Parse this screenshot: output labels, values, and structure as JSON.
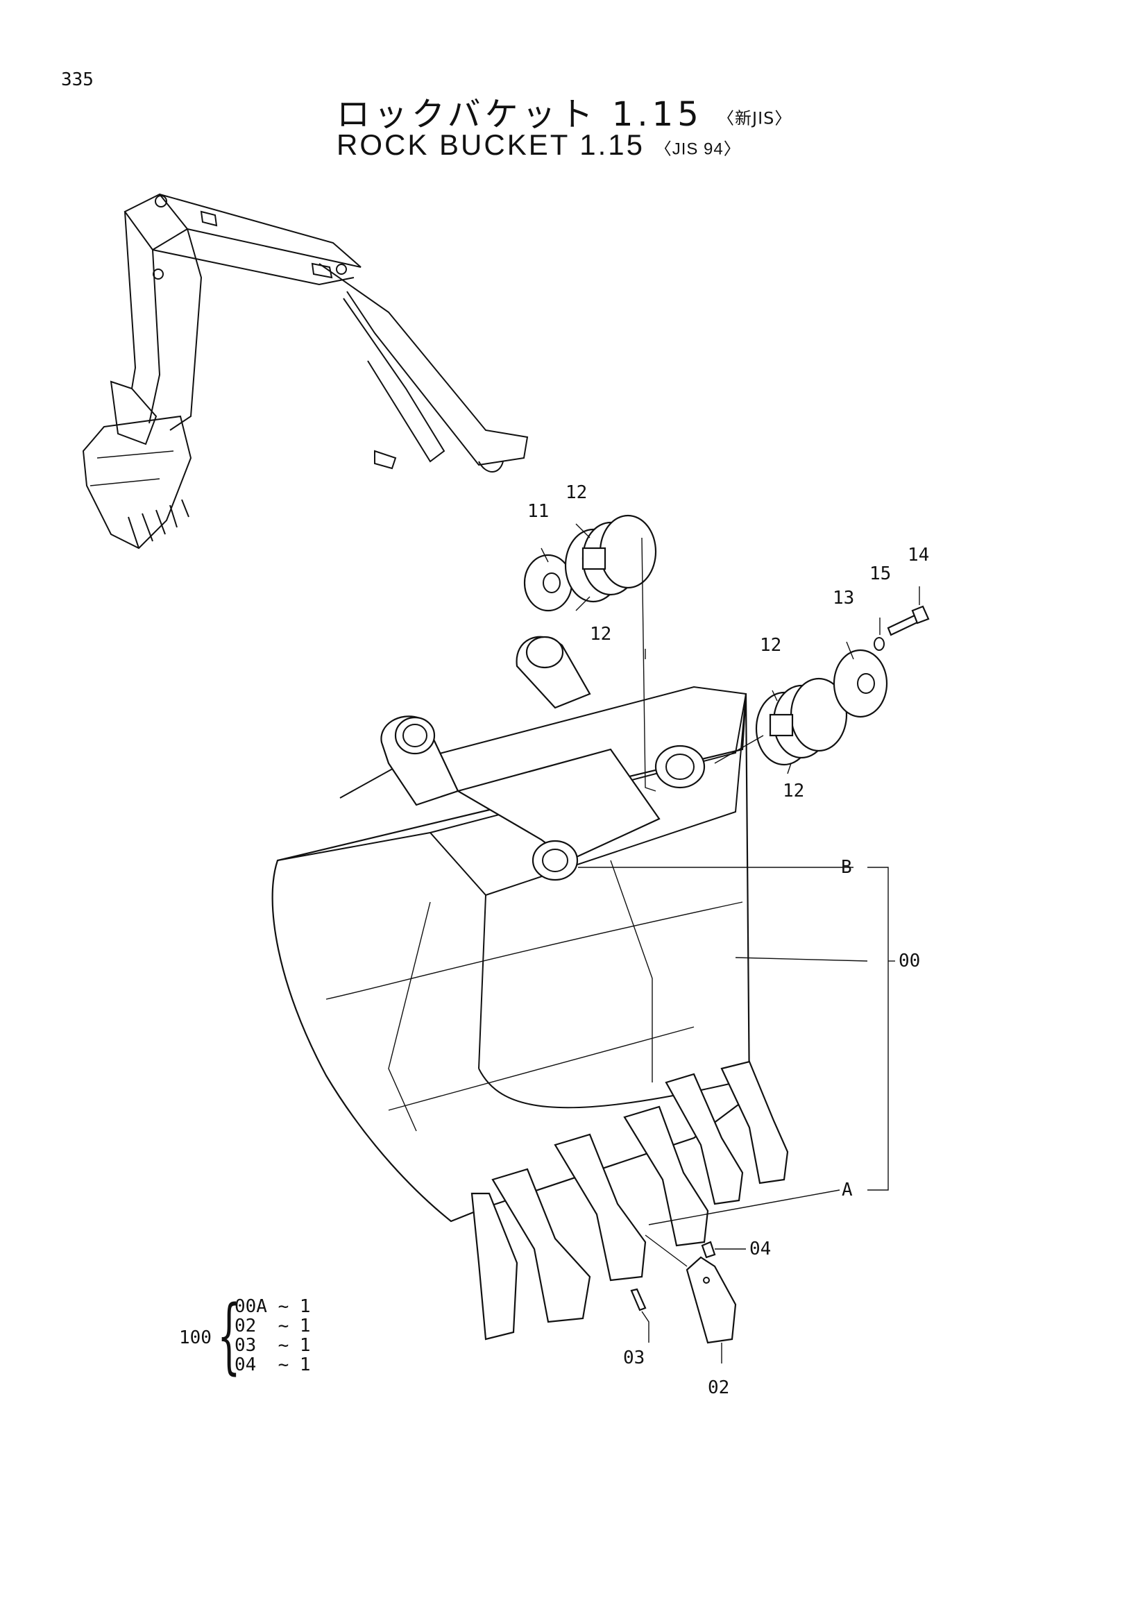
{
  "page_number": "335",
  "title_jp": {
    "main": "ロックバケット 1.15",
    "sub": "〈新JIS〉"
  },
  "title_en": {
    "main": "ROCK BUCKET 1.15",
    "sub": "〈JIS 94〉"
  },
  "callouts": {
    "p11": "11",
    "p12a": "12",
    "p12b": "12",
    "p12c": "12",
    "p12d": "12",
    "p13": "13",
    "p14": "14",
    "p15": "15",
    "pB": "B",
    "p00": "00",
    "pA": "A",
    "p04": "04",
    "p03": "03",
    "p02": "02"
  },
  "kit": {
    "number": "100",
    "items": [
      {
        "part": "00A",
        "qty": "~ 1"
      },
      {
        "part": "02",
        "qty": "~ 1"
      },
      {
        "part": "03",
        "qty": "~ 1"
      },
      {
        "part": "04",
        "qty": "~ 1"
      }
    ]
  }
}
